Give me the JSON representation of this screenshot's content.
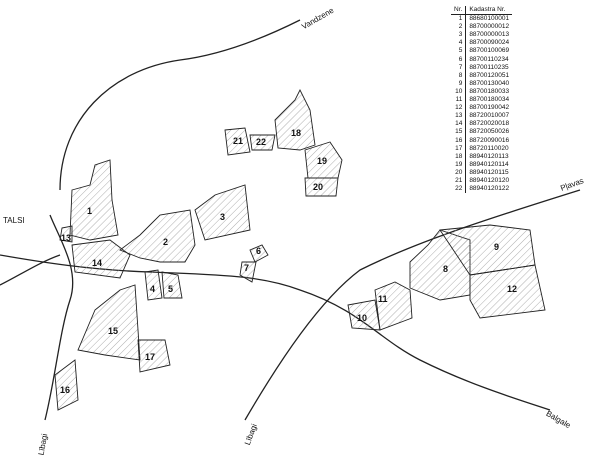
{
  "town_label": "TALSI",
  "road_labels": {
    "vandzene": "Vandzene",
    "plavas": "Pļavas",
    "libagi_left": "Lībagi",
    "libagi_bottom": "Lībagi",
    "balgale": "Balgale"
  },
  "table": {
    "headers": [
      "Nr.",
      "Kadastra Nr."
    ],
    "rows": [
      [
        "1",
        "88680100001"
      ],
      [
        "2",
        "88700000012"
      ],
      [
        "3",
        "88700000013"
      ],
      [
        "4",
        "88700090024"
      ],
      [
        "5",
        "88700100069"
      ],
      [
        "6",
        "88700110234"
      ],
      [
        "7",
        "88700110235"
      ],
      [
        "8",
        "88700120051"
      ],
      [
        "9",
        "88700130040"
      ],
      [
        "10",
        "88700180033"
      ],
      [
        "11",
        "88700180034"
      ],
      [
        "12",
        "88700190042"
      ],
      [
        "13",
        "88720010007"
      ],
      [
        "14",
        "88720020018"
      ],
      [
        "15",
        "88720050026"
      ],
      [
        "16",
        "88720090016"
      ],
      [
        "17",
        "88720110020"
      ],
      [
        "18",
        "88940120113"
      ],
      [
        "19",
        "88940120114"
      ],
      [
        "20",
        "88940120115"
      ],
      [
        "21",
        "88940120120"
      ],
      [
        "22",
        "88940120122"
      ]
    ]
  },
  "parcels": [
    "1",
    "2",
    "3",
    "4",
    "5",
    "6",
    "7",
    "8",
    "9",
    "10",
    "11",
    "12",
    "13",
    "14",
    "15",
    "16",
    "17",
    "18",
    "19",
    "20",
    "21",
    "22"
  ]
}
